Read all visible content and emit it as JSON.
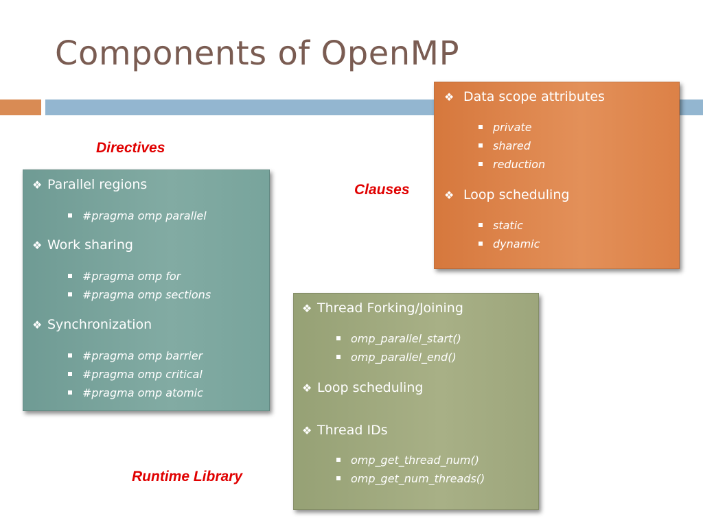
{
  "slide": {
    "title": "Components of OpenMP"
  },
  "labels": {
    "directives": "Directives",
    "clauses": "Clauses",
    "runtime": "Runtime Library"
  },
  "bullet_glyph": "❖",
  "colors": {
    "title": "#7a5c52",
    "label_red": "#e00000",
    "directives_box": "#7ba59d",
    "clauses_box": "#df8650",
    "runtime_box": "#a1aa7f",
    "bar_orange": "#d98b54",
    "bar_blue": "#93b6d0"
  },
  "directives_box": {
    "sections": [
      {
        "heading": "Parallel regions",
        "items": [
          "#pragma omp parallel"
        ]
      },
      {
        "heading": "Work sharing",
        "items": [
          "#pragma omp for",
          "#pragma omp sections"
        ]
      },
      {
        "heading": "Synchronization",
        "items": [
          "#pragma omp barrier",
          "#pragma omp critical",
          "#pragma omp atomic"
        ]
      }
    ]
  },
  "clauses_box": {
    "sections": [
      {
        "heading": "Data scope attributes",
        "items": [
          "private",
          "shared",
          "reduction"
        ]
      },
      {
        "heading": "Loop scheduling",
        "items": [
          "static",
          "dynamic"
        ]
      }
    ]
  },
  "runtime_box": {
    "sections": [
      {
        "heading": "Thread Forking/Joining",
        "items": [
          "omp_parallel_start()",
          "omp_parallel_end()"
        ]
      },
      {
        "heading": "Loop scheduling",
        "items": []
      },
      {
        "heading": "Thread IDs",
        "items": [
          "omp_get_thread_num()",
          "omp_get_num_threads()"
        ]
      }
    ]
  }
}
